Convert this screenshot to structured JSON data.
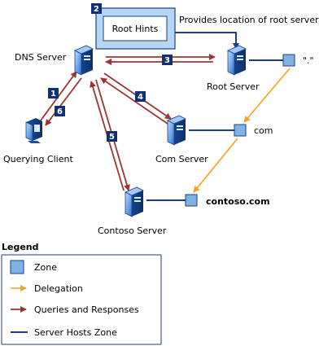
{
  "diagram": {
    "root_hints_label": "Root Hints",
    "root_hints_note": "Provides location of root server",
    "dns_server_label": "DNS Server",
    "root_server_label": "Root Server",
    "root_zone_label": "\".\"",
    "com_server_label": "Com Server",
    "com_zone_label": "com",
    "contoso_server_label": "Contoso Server",
    "contoso_zone_label": "contoso.com",
    "querying_client_label": "Querying Client",
    "steps": [
      "1",
      "2",
      "3",
      "4",
      "5",
      "6"
    ]
  },
  "legend": {
    "title": "Legend",
    "zone": "Zone",
    "delegation": "Delegation",
    "queries": "Queries and Responses",
    "hosts": "Server Hosts Zone"
  },
  "colors": {
    "zone_fill": "#7fb2e5",
    "zone_border": "#1f3c86",
    "delegation": "#f5a31a",
    "query_arrow": "#9b3533",
    "host_line": "#1f3c86",
    "step_badge": "#0f2f76",
    "root_hints_fill": "#b7d6f2"
  }
}
